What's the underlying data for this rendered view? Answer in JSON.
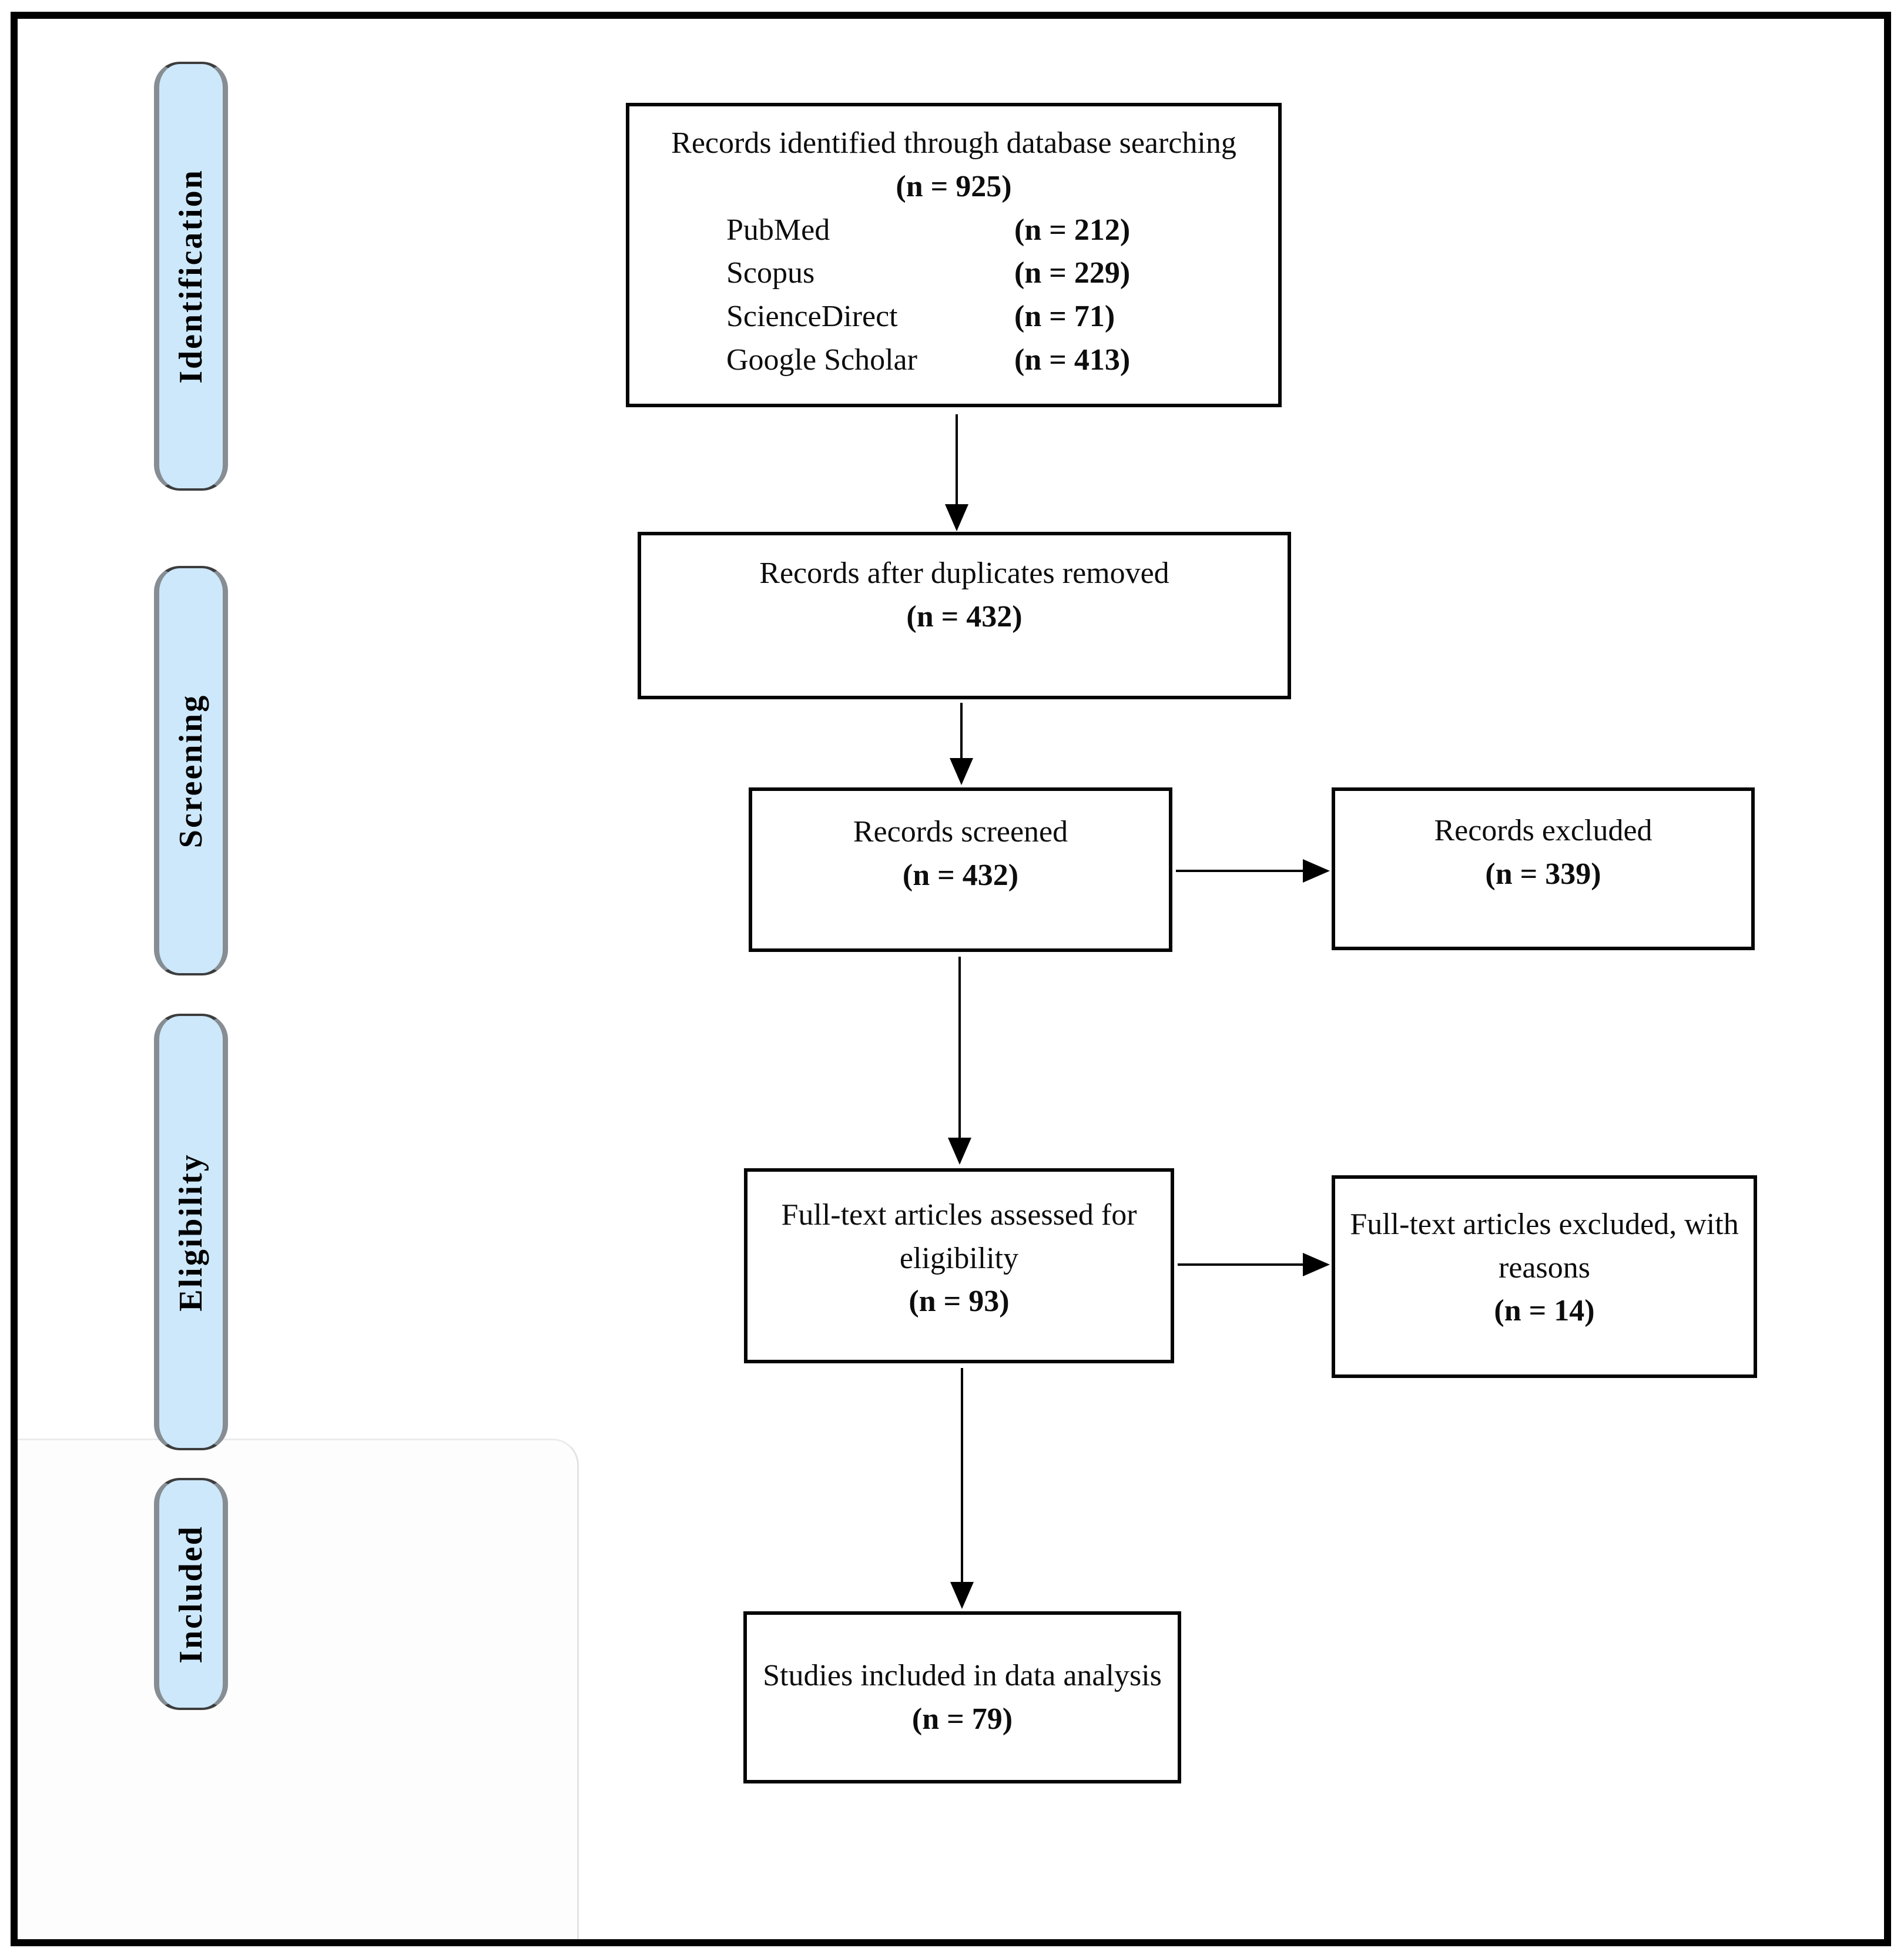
{
  "colors": {
    "stage_fill": "#cde8fb",
    "stage_border": "#868d93",
    "box_border": "#000000",
    "arrow": "#000000"
  },
  "stages": [
    {
      "label": "Identification"
    },
    {
      "label": "Screening"
    },
    {
      "label": "Eligibility"
    },
    {
      "label": "Included"
    }
  ],
  "boxes": {
    "identified": {
      "title": "Records identified through database searching",
      "count": "(n = 925)",
      "sources": [
        {
          "name": "PubMed",
          "count": "(n = 212)"
        },
        {
          "name": "Scopus",
          "count": "(n = 229)"
        },
        {
          "name": "ScienceDirect",
          "count": "(n = 71)"
        },
        {
          "name": "Google Scholar",
          "count": "(n = 413)"
        }
      ]
    },
    "duplicates_removed": {
      "title": "Records after duplicates removed",
      "count": "(n = 432)"
    },
    "screened": {
      "title": "Records screened",
      "count": "(n = 432)"
    },
    "records_excluded": {
      "title": "Records excluded",
      "count": "(n = 339)"
    },
    "fulltext_assessed": {
      "title": "Full-text articles assessed for eligibility",
      "count": "(n = 93)"
    },
    "fulltext_excluded": {
      "title": "Full-text articles excluded, with reasons",
      "count": "(n = 14)"
    },
    "included_analysis": {
      "title": "Studies included in data analysis",
      "count": "(n = 79)"
    }
  }
}
